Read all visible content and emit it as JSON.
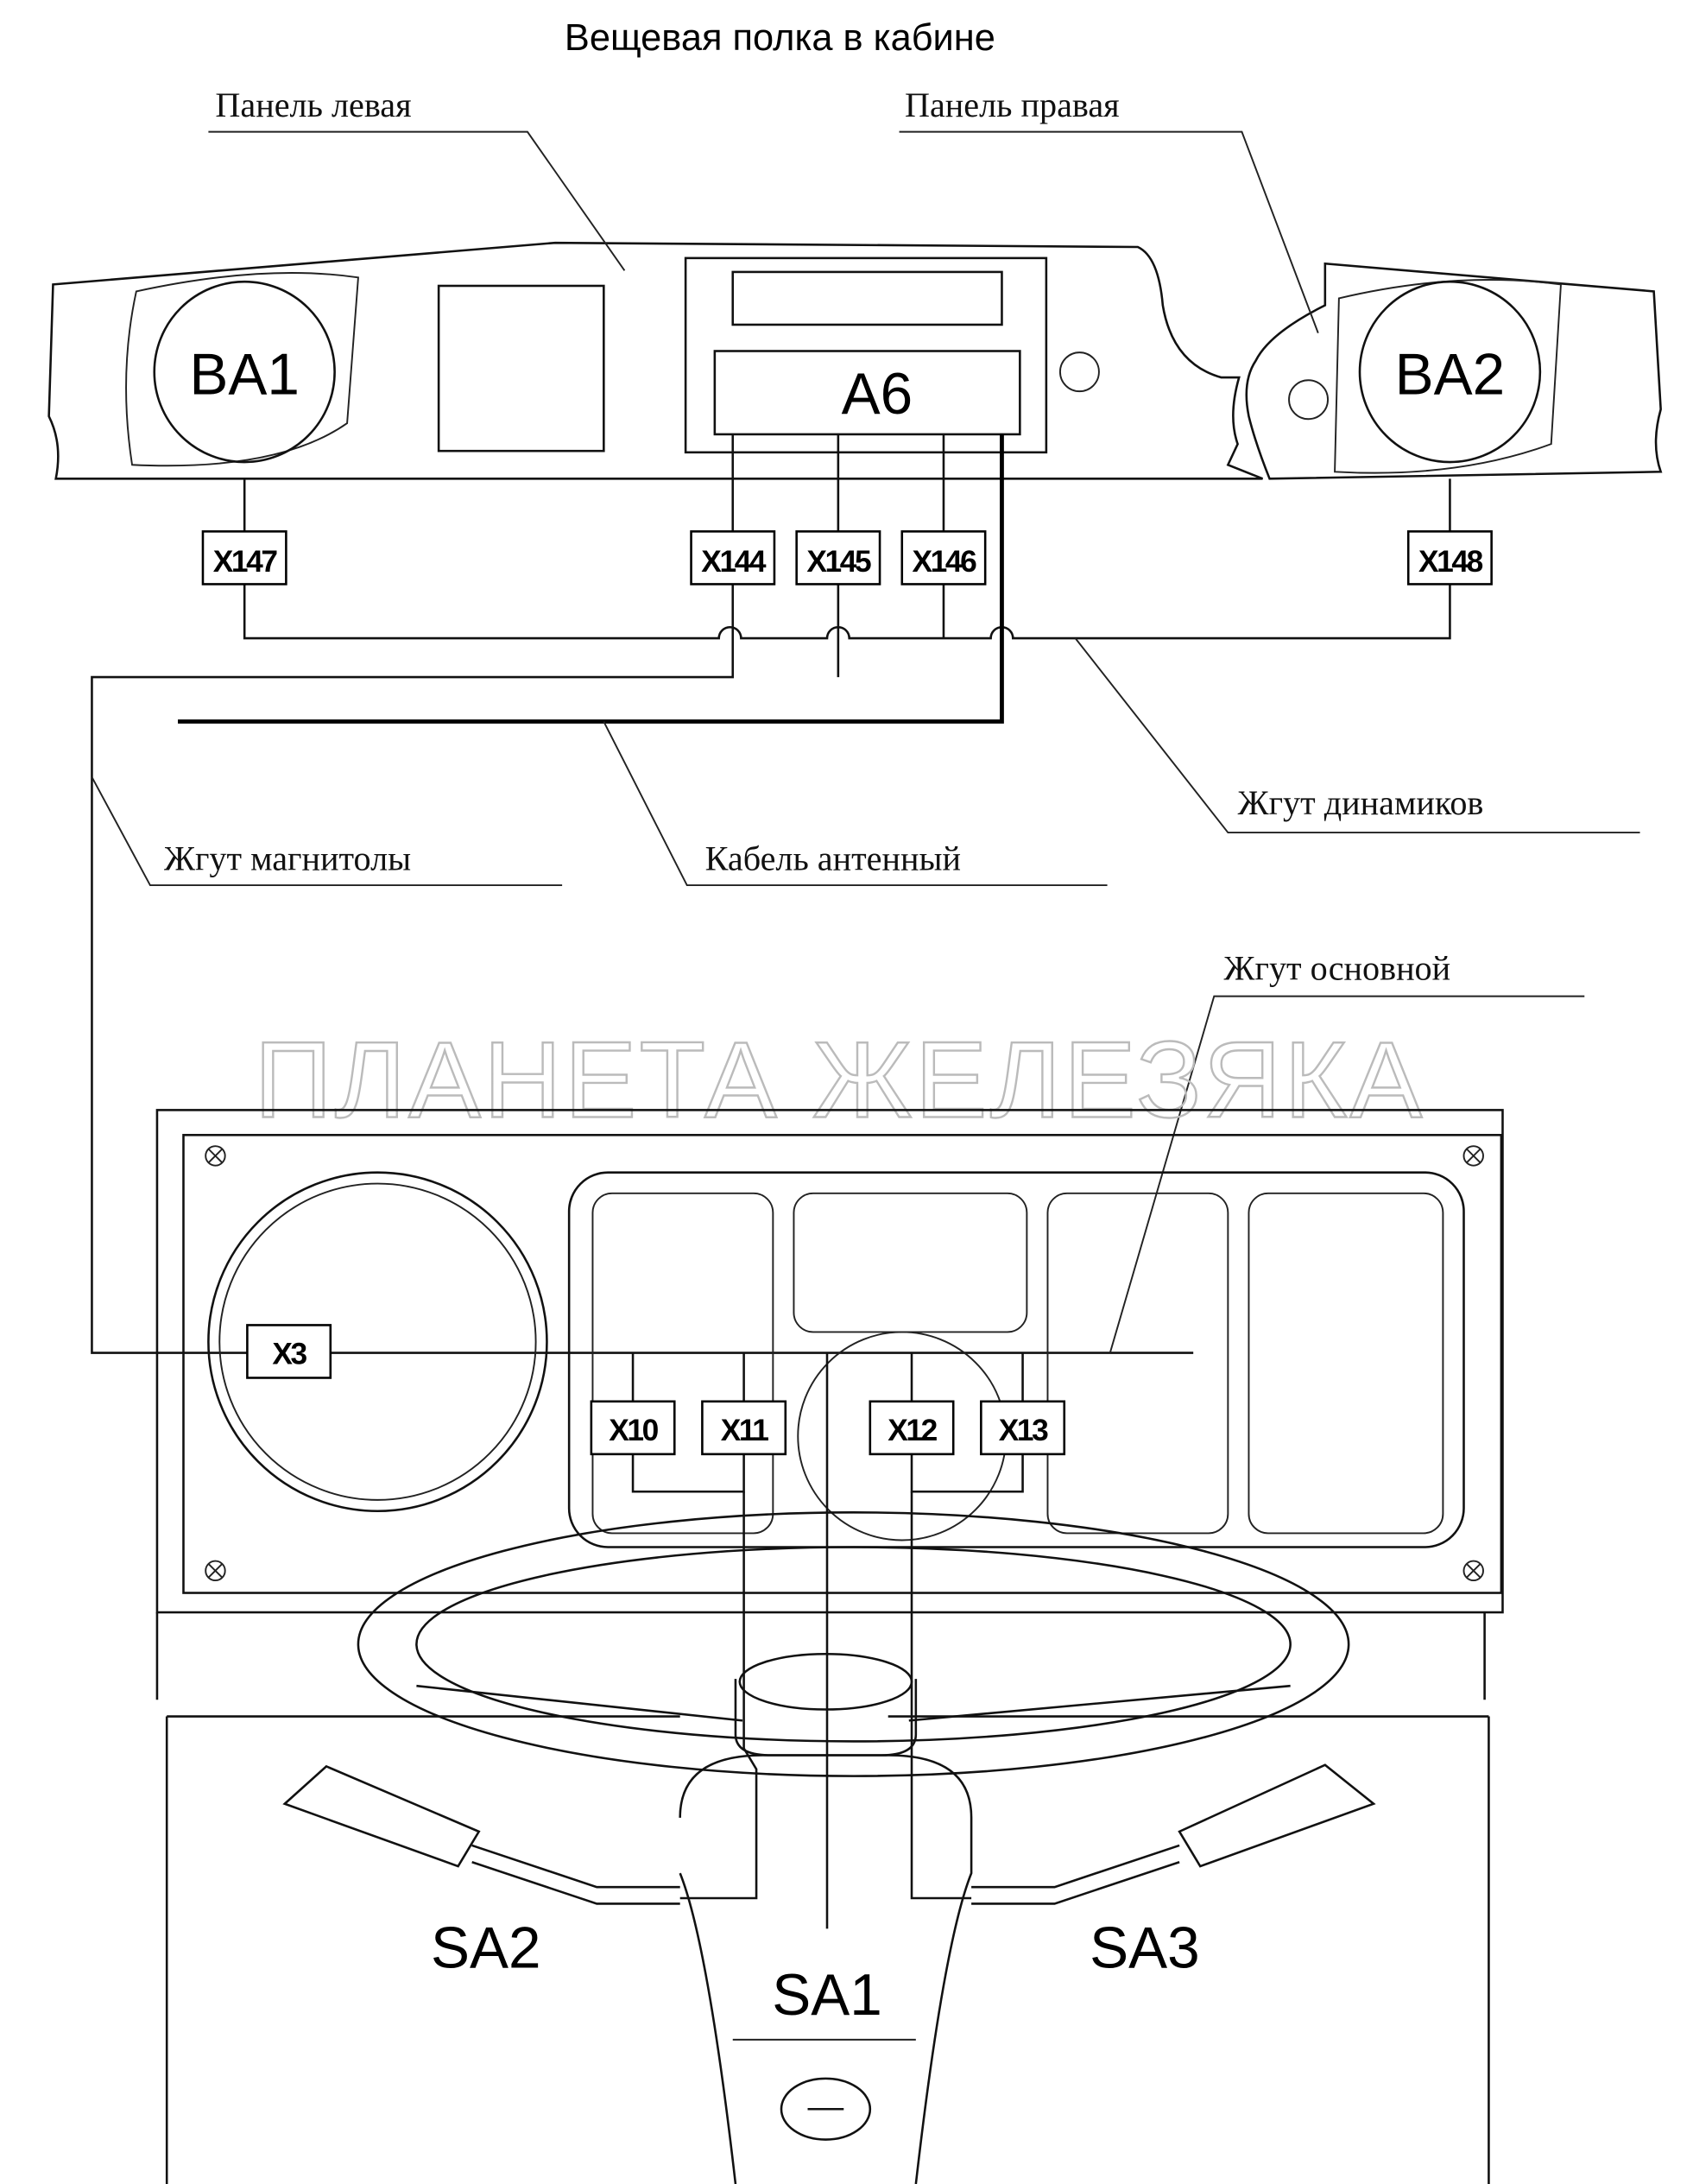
{
  "title": "Вещевая полка в кабине",
  "callouts": {
    "panel_left": "Панель левая",
    "panel_right": "Панель правая",
    "harness_speakers": "Жгут динамиков",
    "harness_radio": "Жгут магнитолы",
    "antenna_cable": "Кабель антенный",
    "harness_main": "Жгут основной"
  },
  "components": {
    "speaker_left": "BA1",
    "speaker_right": "BA2",
    "radio": "A6",
    "switch_center": "SA1",
    "switch_left": "SA2",
    "switch_right": "SA3"
  },
  "connectors": {
    "x147": "X147",
    "x144": "X144",
    "x145": "X145",
    "x146": "X146",
    "x148": "X148",
    "x3": "X3",
    "x10": "X10",
    "x11": "X11",
    "x12": "X12",
    "x13": "X13"
  },
  "watermark": "ПЛАНЕТА ЖЕЛЕЗЯКА"
}
